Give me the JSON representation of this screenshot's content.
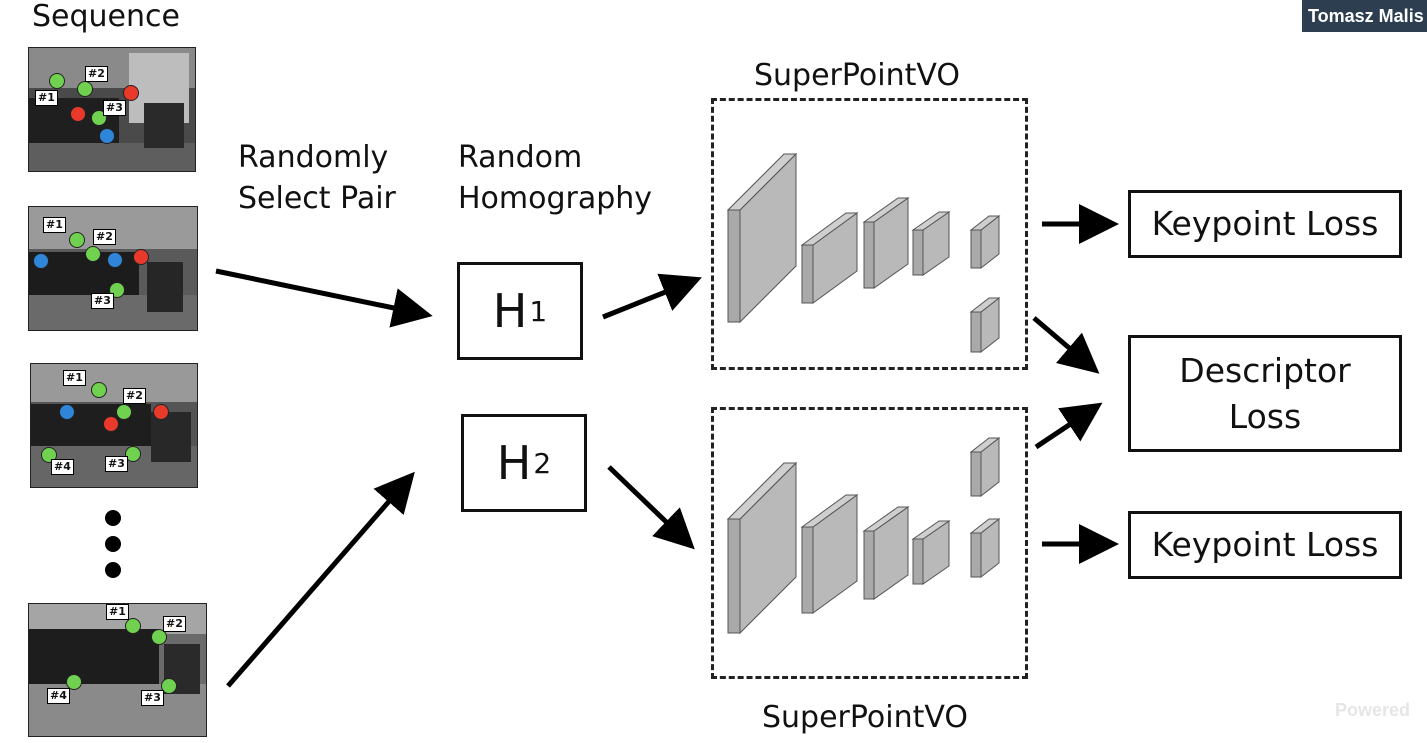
{
  "labels": {
    "sequence": "Sequence",
    "randomly": "Randomly",
    "select_pair": "Select Pair",
    "random": "Random",
    "homography": "Homography",
    "superpoint_top": "SuperPointVO",
    "superpoint_bottom": "SuperPointVO"
  },
  "homographies": [
    {
      "letter": "H",
      "index": "1"
    },
    {
      "letter": "H",
      "index": "2"
    }
  ],
  "losses": {
    "keypoint_top": "Keypoint Loss",
    "descriptor_line1": "Descriptor",
    "descriptor_line2": "Loss",
    "keypoint_bottom": "Keypoint Loss"
  },
  "frames": [
    {
      "keypoints": [
        {
          "label": "#1",
          "color": "green"
        },
        {
          "label": "#2",
          "color": "green"
        },
        {
          "label": "#3",
          "color": "green"
        },
        {
          "label": "",
          "color": "red"
        },
        {
          "label": "",
          "color": "red"
        },
        {
          "label": "",
          "color": "blue"
        }
      ]
    },
    {
      "keypoints": [
        {
          "label": "#1",
          "color": "green"
        },
        {
          "label": "#2",
          "color": "green"
        },
        {
          "label": "#3",
          "color": "green"
        },
        {
          "label": "",
          "color": "blue"
        },
        {
          "label": "",
          "color": "blue"
        },
        {
          "label": "",
          "color": "red"
        }
      ]
    },
    {
      "keypoints": [
        {
          "label": "#1",
          "color": "green"
        },
        {
          "label": "#2",
          "color": "green"
        },
        {
          "label": "#3",
          "color": "green"
        },
        {
          "label": "#4",
          "color": "green"
        },
        {
          "label": "",
          "color": "blue"
        },
        {
          "label": "",
          "color": "red"
        },
        {
          "label": "",
          "color": "red"
        }
      ]
    },
    {
      "keypoints": [
        {
          "label": "#1",
          "color": "green"
        },
        {
          "label": "#2",
          "color": "green"
        },
        {
          "label": "#3",
          "color": "green"
        },
        {
          "label": "#4",
          "color": "green"
        }
      ]
    }
  ],
  "colors": {
    "green": "#6fd14f",
    "red": "#e8392a",
    "blue": "#2f86d8",
    "layer": "#b9b9b9"
  },
  "overlay": {
    "speaker_name": "Tomasz Malis",
    "powered": "Powered"
  }
}
